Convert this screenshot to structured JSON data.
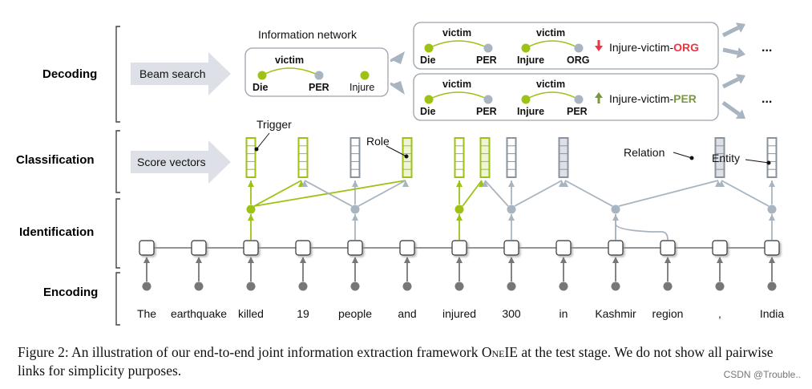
{
  "stages": {
    "decoding": "Decoding",
    "classification": "Classification",
    "identification": "Identification",
    "encoding": "Encoding"
  },
  "arrows": {
    "beam_search": "Beam search",
    "score_vectors": "Score vectors"
  },
  "info_network": {
    "title": "Information network",
    "edge_label": "victim",
    "nodes": [
      "Die",
      "PER",
      "Injure"
    ]
  },
  "candidates": [
    {
      "pairs": [
        {
          "label": "victim",
          "left": "Die",
          "right": "PER"
        },
        {
          "label": "victim",
          "left": "Injure",
          "right": "ORG"
        }
      ],
      "score_prefix": "Injure-victim-",
      "score_type": "ORG",
      "direction": "down",
      "color": "#ee3344"
    },
    {
      "pairs": [
        {
          "label": "victim",
          "left": "Die",
          "right": "PER"
        },
        {
          "label": "victim",
          "left": "Injure",
          "right": "PER"
        }
      ],
      "score_prefix": "Injure-victim-",
      "score_type": "PER",
      "direction": "up",
      "color": "#7a9a3a"
    }
  ],
  "ellipsis": "...",
  "annotations": {
    "trigger": "Trigger",
    "role": "Role",
    "relation": "Relation",
    "entity": "Entity"
  },
  "tokens": [
    "The",
    "earthquake",
    "killed",
    "19",
    "people",
    "and",
    "injured",
    "300",
    "in",
    "Kashmir",
    "region",
    ",",
    "India"
  ],
  "colors": {
    "trigger_green": "#9dc214",
    "gray_node": "#a8b4c0",
    "encoder_node": "#777777",
    "arrow_fill": "#dde1e7"
  },
  "caption": {
    "prefix": "Figure 2: An illustration of our end-to-end joint information extraction framework ",
    "sc_O": "O",
    "sc_ne": "ne",
    "sc_IE": "IE",
    "suffix": " at the test stage. We do not show all pairwise links for simplicity purposes."
  },
  "watermark": "CSDN @Trouble.."
}
